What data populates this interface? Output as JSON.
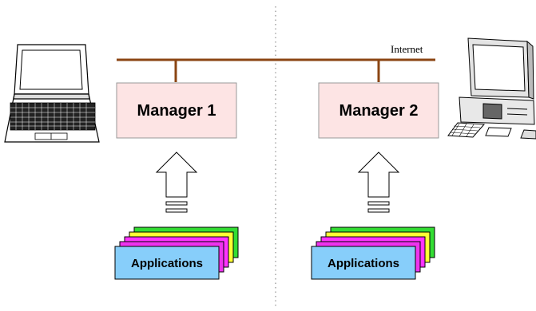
{
  "network": {
    "internet_label": "Internet",
    "line_color": "#8b4513"
  },
  "managers": [
    {
      "label": "Manager 1",
      "fill": "#fde4e4"
    },
    {
      "label": "Manager 2",
      "fill": "#fde4e4"
    }
  ],
  "applications": [
    {
      "label": "Applications"
    },
    {
      "label": "Applications"
    }
  ],
  "stack_colors": [
    "#33dd33",
    "#ffff33",
    "#ff33ff",
    "#ee33ee",
    "#87cefa"
  ],
  "icons": {
    "left": "laptop-icon",
    "right": "desktop-computer-icon"
  }
}
